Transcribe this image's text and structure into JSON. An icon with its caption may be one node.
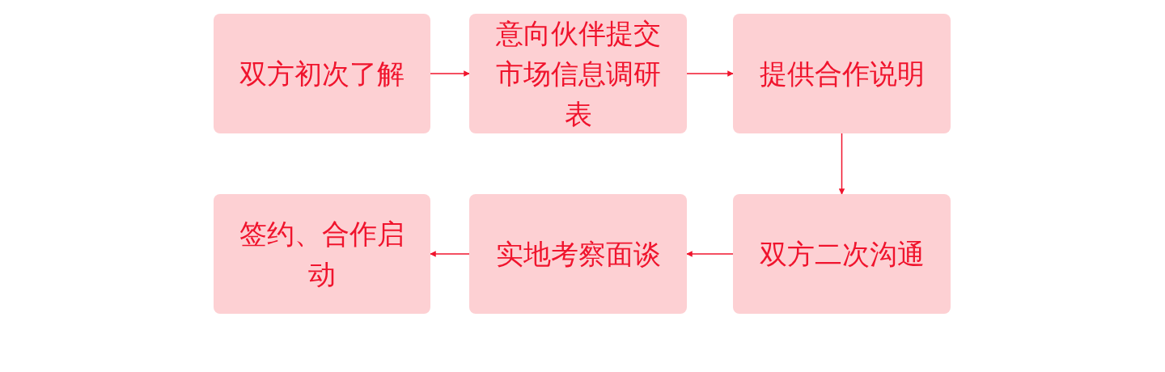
{
  "diagram": {
    "nodes": [
      {
        "text": [
          "双方初次了解"
        ]
      },
      {
        "text": [
          "意向伙伴提交市场信息调研表"
        ]
      },
      {
        "text": [
          "提供合作说明"
        ]
      },
      {
        "text": [
          "双方二次沟通"
        ]
      },
      {
        "text": [
          "实地考察面谈"
        ]
      },
      {
        "text": [
          "签约、合作启动"
        ]
      }
    ],
    "edges": [
      {
        "from": 0,
        "to": 1,
        "arrow": "to"
      },
      {
        "from": 1,
        "to": 2,
        "arrow": "to"
      },
      {
        "from": 2,
        "to": 3,
        "arrow": "to"
      },
      {
        "from": 3,
        "to": 4,
        "arrow": "to"
      },
      {
        "from": 4,
        "to": 5,
        "arrow": "to"
      }
    ]
  }
}
